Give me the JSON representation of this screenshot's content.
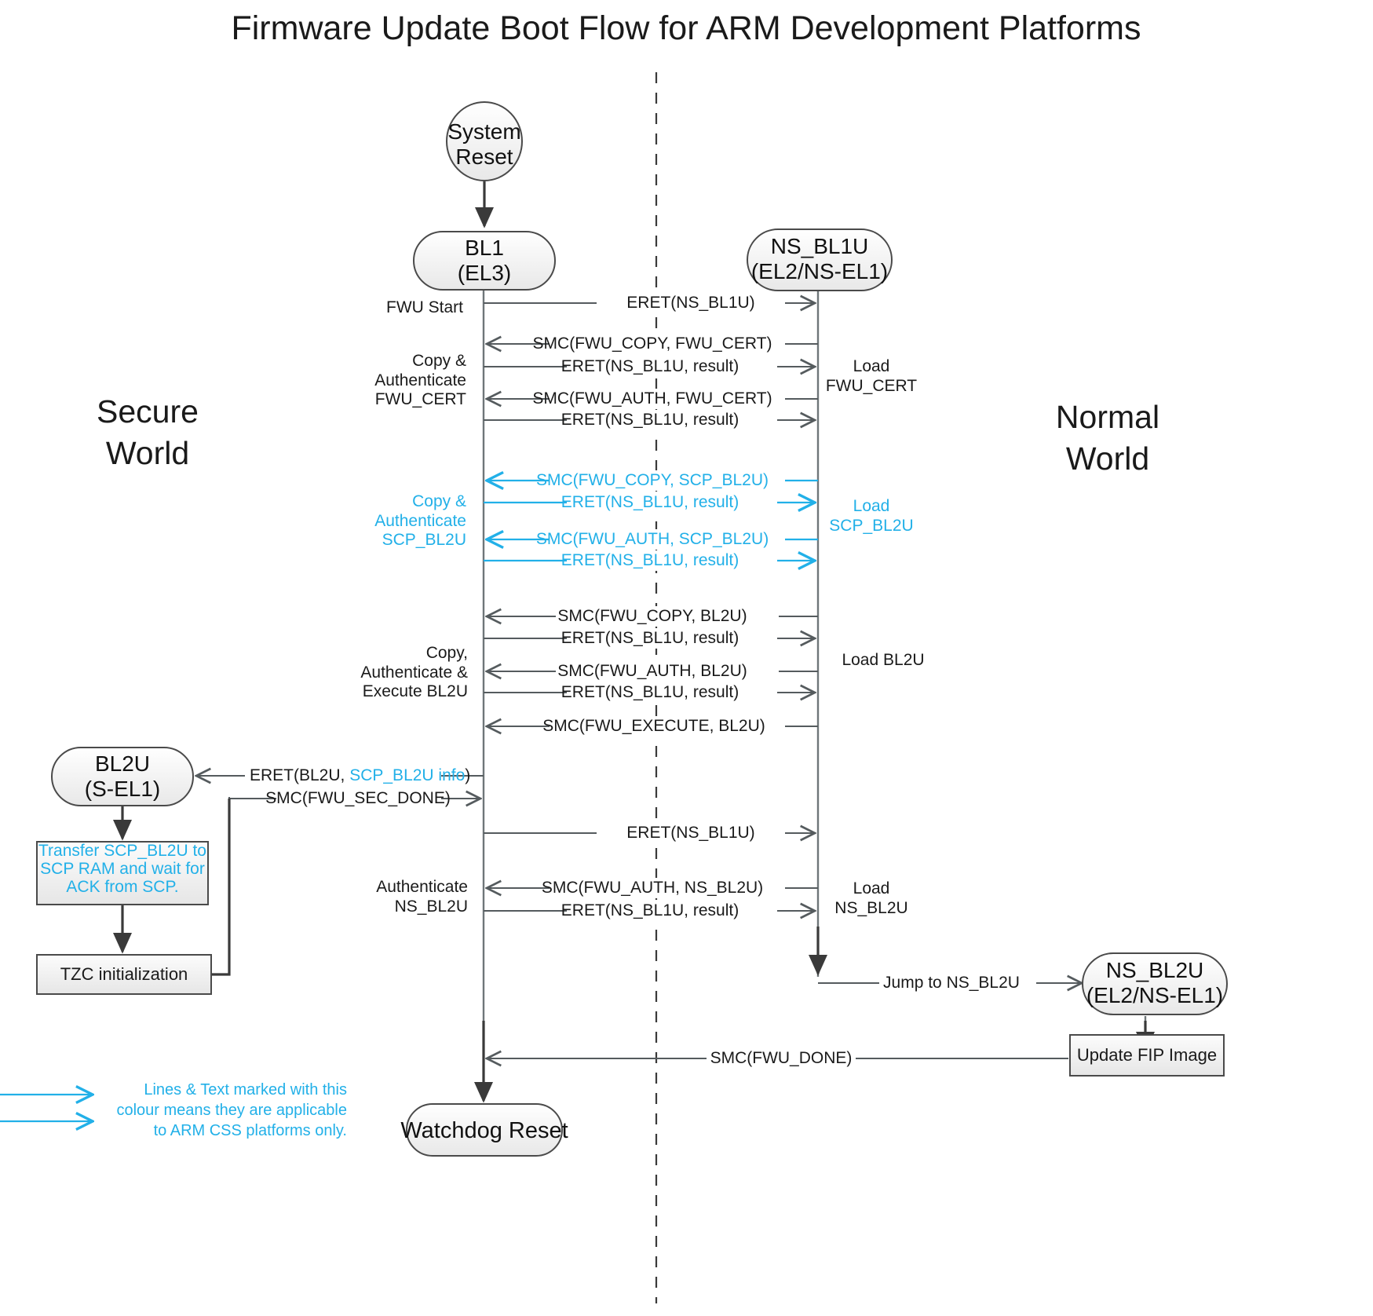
{
  "title": "Firmware Update Boot Flow for ARM Development Platforms",
  "colors": {
    "cyan": "#22b0e8",
    "line": "#555b5e",
    "dark_line": "#3a3a3a",
    "text": "#1a1a1a",
    "node_fill": "#f2f2f2",
    "background": "#ffffff"
  },
  "world_labels": {
    "secure_line1": "Secure",
    "secure_line2": "World",
    "normal_line1": "Normal",
    "normal_line2": "World"
  },
  "nodes": {
    "system_reset": {
      "line1": "System",
      "line2": "Reset",
      "shape": "ellipse"
    },
    "bl1": {
      "line1": "BL1",
      "line2": "(EL3)",
      "shape": "rounded-rect"
    },
    "ns_bl1u": {
      "line1": "NS_BL1U",
      "line2": "(EL2/NS-EL1)",
      "shape": "rounded-rect"
    },
    "bl2u": {
      "line1": "BL2U",
      "line2": "(S-EL1)",
      "shape": "rounded-rect"
    },
    "ns_bl2u": {
      "line1": "NS_BL2U",
      "line2": "(EL2/NS-EL1)",
      "shape": "rounded-rect"
    },
    "watchdog_reset": {
      "line1": "Watchdog Reset",
      "shape": "rounded-rect"
    },
    "transfer_scp": {
      "line1": "Transfer SCP_BL2U to",
      "line2": "SCP RAM and wait for",
      "line3": "ACK from SCP.",
      "shape": "rect",
      "cyan": true
    },
    "tzc_init": {
      "line1": "TZC initialization",
      "shape": "rect"
    },
    "update_fip": {
      "line1": "Update FIP Image",
      "shape": "rect"
    }
  },
  "messages": [
    {
      "id": "m1",
      "label": "ERET(NS_BL1U)",
      "dir": "right",
      "cyan": false
    },
    {
      "id": "m2",
      "label": "SMC(FWU_COPY, FWU_CERT)",
      "dir": "left",
      "cyan": false
    },
    {
      "id": "m3",
      "label": "ERET(NS_BL1U, result)",
      "dir": "right",
      "cyan": false
    },
    {
      "id": "m4",
      "label": "SMC(FWU_AUTH, FWU_CERT)",
      "dir": "left",
      "cyan": false
    },
    {
      "id": "m5",
      "label": "ERET(NS_BL1U, result)",
      "dir": "right",
      "cyan": false
    },
    {
      "id": "m6",
      "label": "SMC(FWU_COPY, SCP_BL2U)",
      "dir": "left",
      "cyan": true
    },
    {
      "id": "m7",
      "label": "ERET(NS_BL1U, result)",
      "dir": "right",
      "cyan": true
    },
    {
      "id": "m8",
      "label": "SMC(FWU_AUTH, SCP_BL2U)",
      "dir": "left",
      "cyan": true
    },
    {
      "id": "m9",
      "label": "ERET(NS_BL1U, result)",
      "dir": "right",
      "cyan": true
    },
    {
      "id": "m10",
      "label": "SMC(FWU_COPY, BL2U)",
      "dir": "left",
      "cyan": false
    },
    {
      "id": "m11",
      "label": "ERET(NS_BL1U, result)",
      "dir": "right",
      "cyan": false
    },
    {
      "id": "m12",
      "label": "SMC(FWU_AUTH, BL2U)",
      "dir": "left",
      "cyan": false
    },
    {
      "id": "m13",
      "label": "ERET(NS_BL1U, result)",
      "dir": "right",
      "cyan": false
    },
    {
      "id": "m14",
      "label": "SMC(FWU_EXECUTE, BL2U)",
      "dir": "left",
      "cyan": false
    },
    {
      "id": "m15",
      "label": "SMC(FWU_SEC_DONE)",
      "dir": "right",
      "cyan": false
    },
    {
      "id": "m16",
      "label": "ERET(NS_BL1U)",
      "dir": "right",
      "cyan": false
    },
    {
      "id": "m17",
      "label": "SMC(FWU_AUTH, NS_BL2U)",
      "dir": "left",
      "cyan": false
    },
    {
      "id": "m18",
      "label": "ERET(NS_BL1U, result)",
      "dir": "right",
      "cyan": false
    },
    {
      "id": "m19",
      "label": "Jump to NS_BL2U",
      "dir": "right",
      "cyan": false
    },
    {
      "id": "m20",
      "label": "SMC(FWU_DONE)",
      "dir": "left",
      "cyan": false
    }
  ],
  "eret_bl2u": {
    "prefix": "ERET(BL2U, ",
    "cyan_part": "SCP_BL2U info",
    "suffix": ")"
  },
  "left_annotations": [
    {
      "id": "a1",
      "lines": [
        "FWU Start"
      ],
      "cyan": false
    },
    {
      "id": "a2",
      "lines": [
        "Copy &",
        "Authenticate",
        "FWU_CERT"
      ],
      "cyan": false
    },
    {
      "id": "a3",
      "lines": [
        "Copy &",
        "Authenticate",
        "SCP_BL2U"
      ],
      "cyan": true
    },
    {
      "id": "a4",
      "lines": [
        "Copy,",
        "Authenticate &",
        "Execute BL2U"
      ],
      "cyan": false
    },
    {
      "id": "a5",
      "lines": [
        "Authenticate",
        "NS_BL2U"
      ],
      "cyan": false
    }
  ],
  "right_annotations": [
    {
      "id": "r1",
      "lines": [
        "Load",
        "FWU_CERT"
      ],
      "cyan": false
    },
    {
      "id": "r2",
      "lines": [
        "Load",
        "SCP_BL2U"
      ],
      "cyan": true
    },
    {
      "id": "r3",
      "lines": [
        "Load BL2U"
      ],
      "cyan": false
    },
    {
      "id": "r4",
      "lines": [
        "Load",
        "NS_BL2U"
      ],
      "cyan": false
    }
  ],
  "legend": {
    "line1": "Lines & Text marked with this",
    "line2": "colour means they are applicable",
    "line3": "to ARM CSS platforms only."
  }
}
